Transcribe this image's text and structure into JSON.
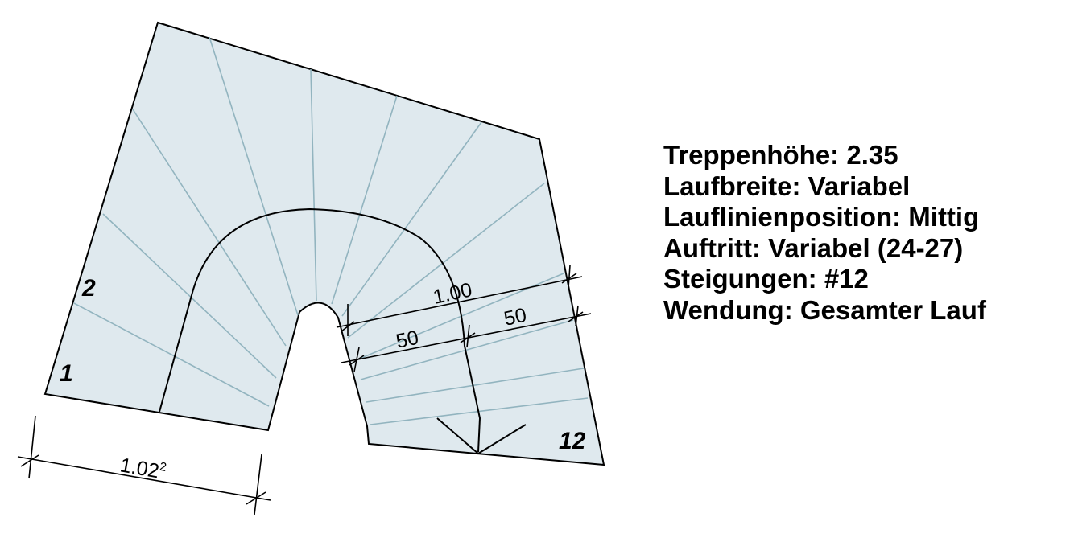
{
  "colors": {
    "fill": "#dfe9ee",
    "tread_line": "#92b4bf",
    "outline": "#000000"
  },
  "step_labels": {
    "first": "1",
    "second": "2",
    "last": "12"
  },
  "dimensions": {
    "width_bottom": "1.02",
    "width_bottom_sup": "2",
    "run_width": "1.00",
    "half_left": "50",
    "half_right": "50"
  },
  "info": {
    "line1": "Treppenhöhe: 2.35",
    "line2": "Laufbreite: Variabel",
    "line3": "Lauflinienposition: Mittig",
    "line4": "Auftritt: Variabel (24-27)",
    "line5": "Steigungen: #12",
    "line6": "Wendung: Gesamter Lauf"
  }
}
